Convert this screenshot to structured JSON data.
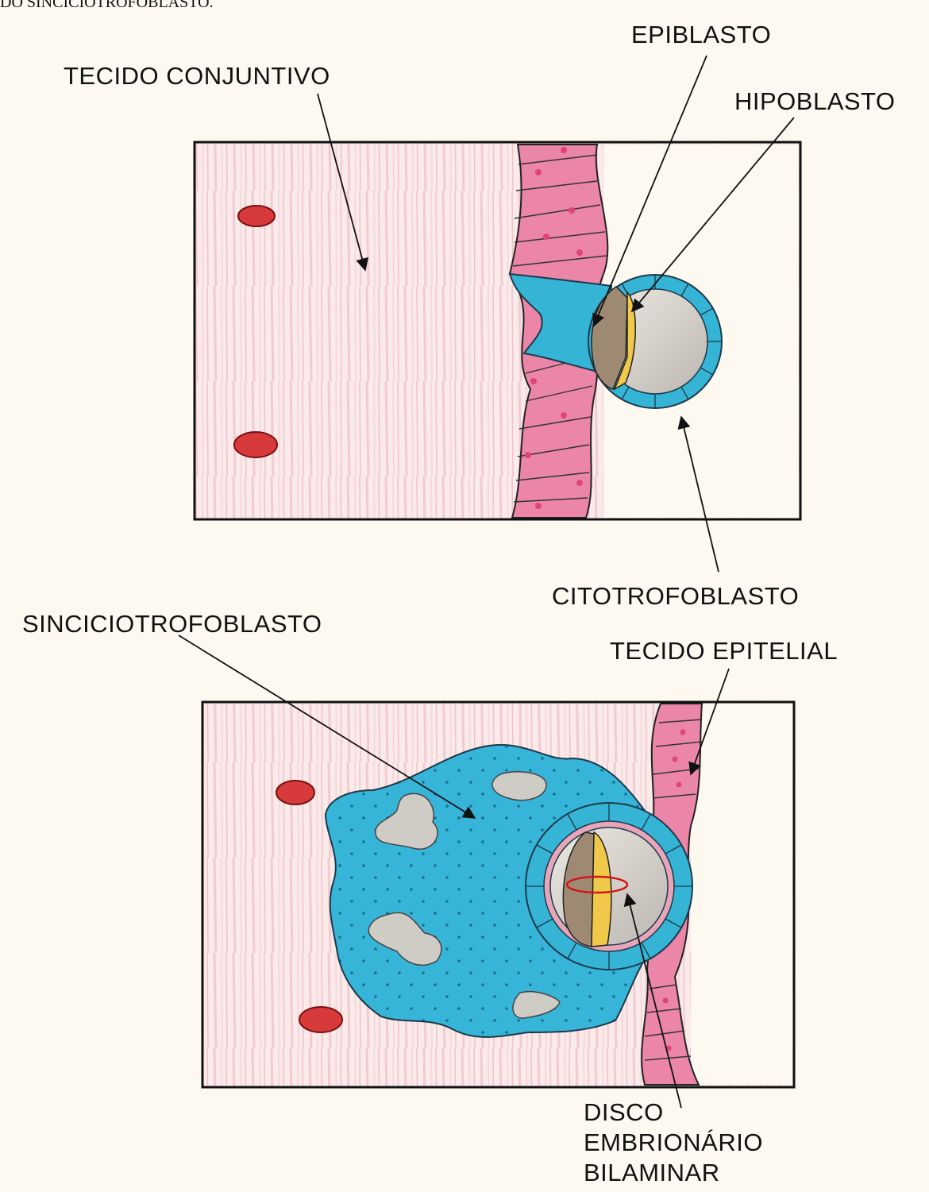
{
  "header_fragment": "DO SINCICIOTROFOBLASTO.",
  "labels": {
    "tecido_conjuntivo": "TECIDO CONJUNTIVO",
    "epiblasto": "EPIBLASTO",
    "hipoblasto": "HIPOBLASTO",
    "citotrofoblasto": "CITOTROFOBLASTO",
    "sinciciotrofoblasto": "SINCICIOTROFOBLASTO",
    "tecido_epitelial": "TECIDO EPITELIAL",
    "disco_line1": "DISCO",
    "disco_line2": "EMBRIONÁRIO",
    "disco_line3": "BILAMINAR"
  },
  "colors": {
    "background": "#fdf9f1",
    "connective_tissue": "#f9e4e4",
    "epithelium": "#e87fa3",
    "trophoblast": "#35b4d6",
    "epiblast": "#9e8a73",
    "hypoblast": "#f0c84a",
    "blastocyst_cavity": "#d6d2cc",
    "blood_cell": "#d63a3a"
  }
}
